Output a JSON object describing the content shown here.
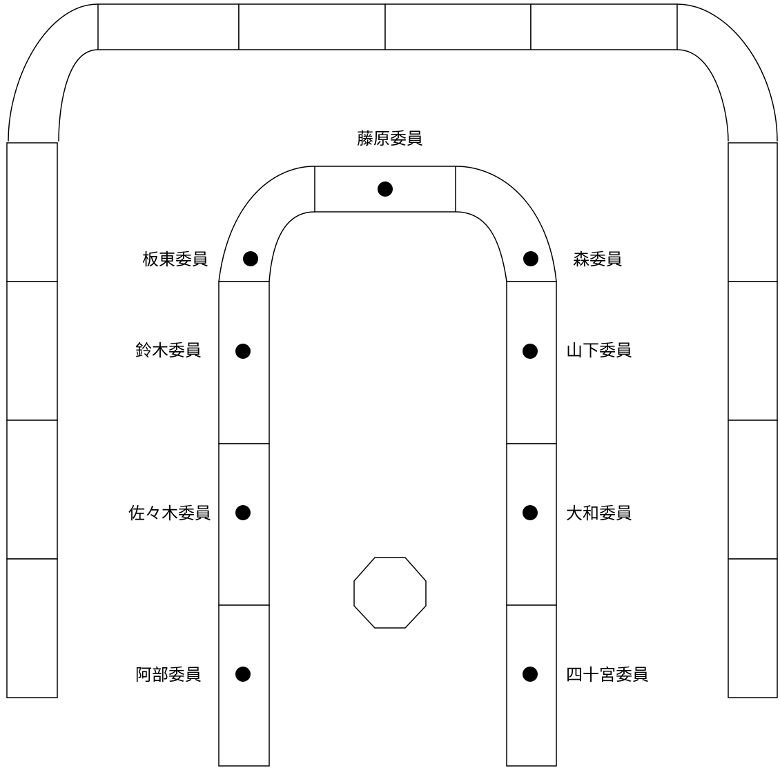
{
  "members": {
    "top": "藤原委員",
    "left_curve": "板東委員",
    "right_curve": "森委員",
    "left_1": "鈴木委員",
    "right_1": "山下委員",
    "left_2": "佐々木委員",
    "right_2": "大和委員",
    "left_3": "阿部委員",
    "right_3": "四十宮委員"
  }
}
